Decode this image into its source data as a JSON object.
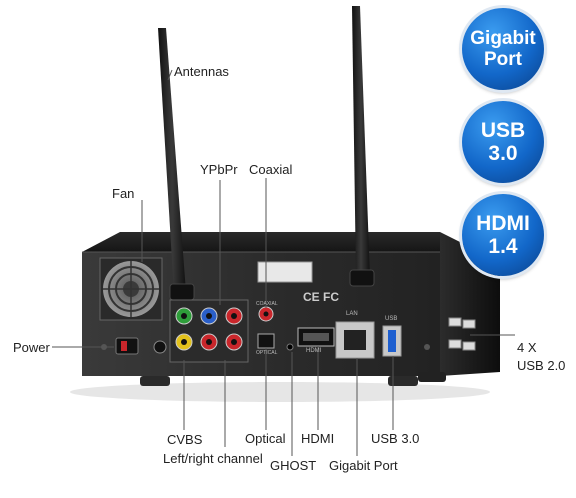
{
  "badges": {
    "gigabit": {
      "line1": "Gigabit",
      "line2": "Port"
    },
    "usb3": {
      "line1": "USB",
      "line2": "3.0"
    },
    "hdmi": {
      "line1": "HDMI",
      "line2": "1.4"
    }
  },
  "labels": {
    "antennas": "Antennas",
    "fan": "Fan",
    "ypbpr": "YPbPr",
    "coaxial": "Coaxial",
    "power": "Power",
    "usb2_count": "4 X",
    "usb2": "USB 2.0",
    "cvbs": "CVBS",
    "left_right_channel": "Left/right channel",
    "optical": "Optical",
    "hdmi": "HDMI",
    "ghost": "GHOST",
    "usb3": "USB 3.0",
    "gigabit_port": "Gigabit Port"
  },
  "device_print": {
    "certifications": "CE FC",
    "lan": "LAN",
    "usb": "USB",
    "hdmi": "HDMI",
    "optical": "OPTICAL",
    "coaxial": "COAXIAL"
  },
  "colors": {
    "badge_blue": "#1267c9",
    "device_body": "#1b1b1b",
    "usb3_port": "#1e5fd0",
    "rca_green": "#2e9e3a",
    "rca_blue": "#2a5fc9",
    "rca_red": "#c9262b",
    "rca_yellow": "#e3c21c"
  }
}
